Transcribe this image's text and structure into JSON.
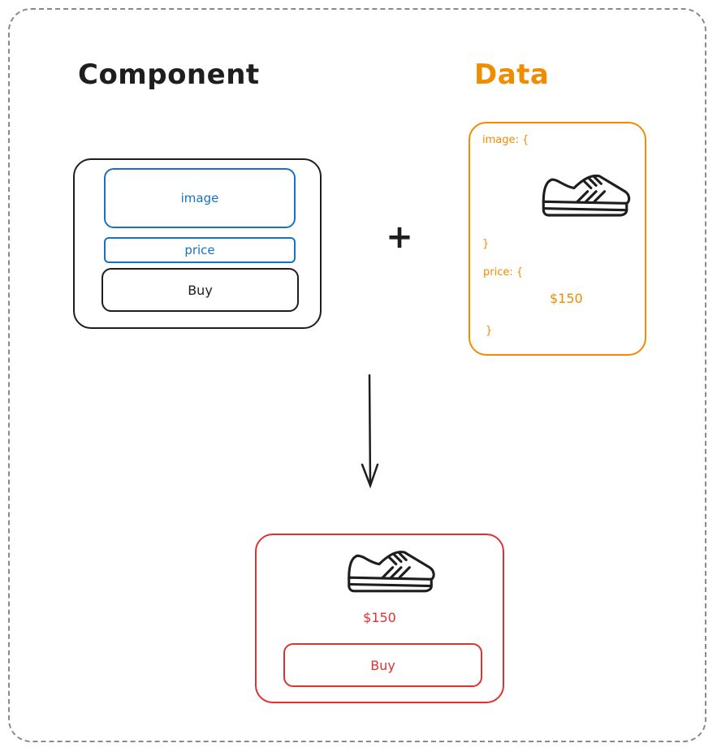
{
  "titles": {
    "component": "Component",
    "data": "Data"
  },
  "component_card": {
    "image_label": "image",
    "price_label": "price",
    "buy_label": "Buy"
  },
  "plus_symbol": "+",
  "data_card": {
    "image_open": "image: {",
    "image_close": "}",
    "price_open": "price: {",
    "price_value": "$150",
    "price_close": "}",
    "image_icon": "sneaker-icon"
  },
  "result_card": {
    "image_icon": "sneaker-icon",
    "price": "$150",
    "buy_label": "Buy"
  },
  "colors": {
    "frame": "#8a8a8a",
    "ink": "#1e1e1e",
    "blue": "#1971c2",
    "orange": "#f08c00",
    "red": "#e03131"
  }
}
